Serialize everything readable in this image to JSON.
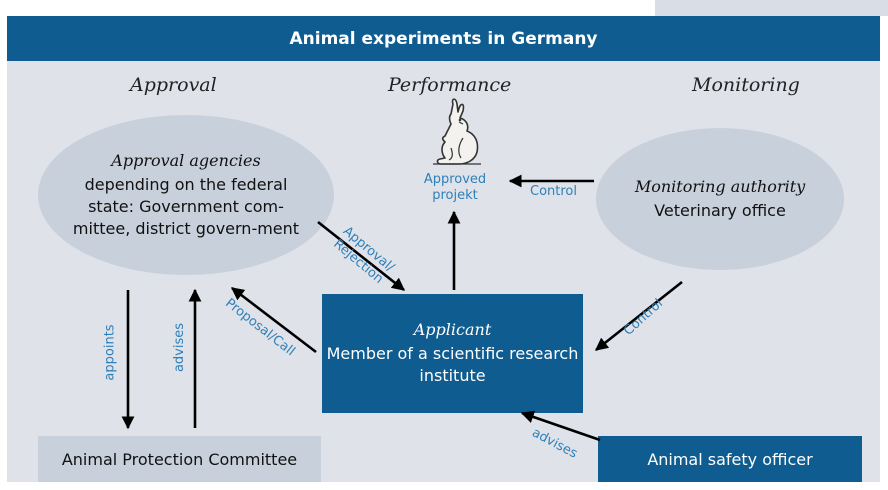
{
  "title": "Animal experiments in Germany",
  "columns": {
    "approval": "Approval",
    "performance": "Performance",
    "monitoring": "Monitoring"
  },
  "approval_agencies": {
    "title": "Approval agencies",
    "body": "depending on the federal state: Government com-mittee, district govern-ment"
  },
  "monitoring_authority": {
    "title": "Monitoring authority",
    "body": "Veterinary office"
  },
  "approved_project": {
    "label": "Approved projekt",
    "icon": "rabbit-icon"
  },
  "applicant": {
    "title": "Applicant",
    "body": "Member of a scientific research institute"
  },
  "animal_protection_committee": "Animal Protection Committee",
  "animal_safety_officer": "Animal safety officer",
  "edge_labels": {
    "control_top": "Control",
    "approval_rejection": "Approval/ Rejection",
    "proposal_call": "Proposal/Call",
    "control_diag": "Control",
    "appoints": "appoints",
    "advises_left": "advises",
    "advises_bottom": "advises"
  },
  "colors": {
    "dark_blue": "#0f5c90",
    "light_blue_gray": "#c8d0db",
    "panel_bg": "#dfe3e9",
    "label_blue": "#2f7fb8"
  }
}
